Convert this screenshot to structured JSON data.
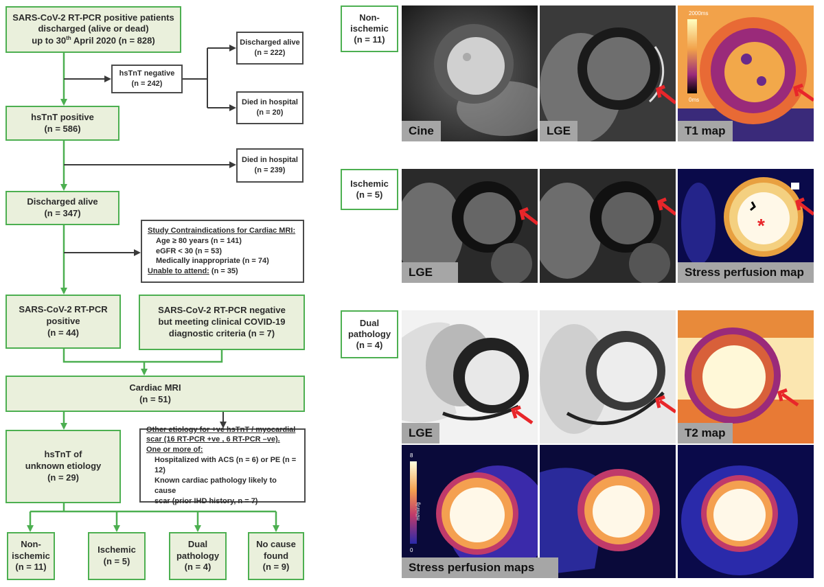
{
  "flowchart": {
    "start": {
      "l1": "SARS-CoV-2 RT-PCR positive patients",
      "l2": "discharged (alive or dead)",
      "l3a": "up to 30",
      "l3sup": "th",
      "l3b": " April 2020 (n = 828)"
    },
    "hstnt_negative": {
      "label": "hsTnT negative",
      "n": "(n = 242)"
    },
    "discharged_alive_neg": {
      "label": "Discharged alive",
      "n": "(n = 222)"
    },
    "died_neg": {
      "label": "Died in hospital",
      "n": "(n = 20)"
    },
    "hstnt_positive": {
      "label": "hsTnT positive",
      "n": "(n = 586)"
    },
    "died_pos": {
      "label": "Died in hospital",
      "n": "(n = 239)"
    },
    "discharged_alive": {
      "label": "Discharged alive",
      "n": "(n = 347)"
    },
    "contra": {
      "title": "Study Contraindications for Cardiac MRI:",
      "items": [
        "Age ≥ 80 years (n = 141)",
        "eGFR < 30 (n = 53)",
        "Medically inappropriate (n = 74)"
      ],
      "last": "Unable to attend:",
      "last_n": " (n = 35)"
    },
    "pcr_positive": {
      "l1": "SARS-CoV-2 RT-PCR",
      "l2": "positive",
      "n": "(n = 44)"
    },
    "pcr_negative": {
      "l1": "SARS-CoV-2 RT-PCR negative",
      "l2": "but meeting clinical COVID-19",
      "l3": "diagnostic criteria (n = 7)"
    },
    "cardiac_mri": {
      "label": "Cardiac MRI",
      "n": "(n = 51)"
    },
    "other_etiology": {
      "l1": "Other etiology for +ve hsTnT / myocardial",
      "l2": "scar (16 RT-PCR +ve , 6 RT-PCR –ve).",
      "l3": "One or more of:",
      "l4": "Hospitalized with ACS (n = 6) or PE (n = 12)",
      "l5": "Known cardiac pathology likely to cause",
      "l6": "scar (prior IHD history, n = 7)"
    },
    "unknown": {
      "l1": "hsTnT of",
      "l2": "unknown etiology",
      "n": "(n = 29)"
    },
    "out_nonisch": {
      "l1": "Non-",
      "l2": "ischemic",
      "n": "(n = 11)"
    },
    "out_isch": {
      "l1": "Ischemic",
      "n": "(n = 5)"
    },
    "out_dual": {
      "l1": "Dual",
      "l2": "pathology",
      "n": "(n = 4)"
    },
    "out_none": {
      "l1": "No cause",
      "l2": "found",
      "n": "(n = 9)"
    }
  },
  "panels": {
    "nonischemic": {
      "l1": "Non-",
      "l2": "ischemic",
      "n": "(n = 11)",
      "captions": [
        "Cine",
        "LGE",
        "T1 map"
      ],
      "scale_top": "2000ms",
      "scale_bottom": "0ms"
    },
    "ischemic": {
      "l1": "Ischemic",
      "n": "(n = 5)",
      "captions": [
        "LGE",
        "Stress perfusion map"
      ]
    },
    "dual": {
      "l1": "Dual",
      "l2": "pathology",
      "n": "(n = 4)",
      "captions": [
        "LGE",
        "T2 map"
      ],
      "scale_top": "8",
      "scale_unit": "ml/min/g",
      "scale_bottom": "0",
      "stress_caption": "Stress perfusion maps"
    }
  },
  "colors": {
    "box_fill": "#eaf0dc",
    "box_border": "#4caf50",
    "grey_border": "#4a4a4a",
    "arrow_red": "#e8262a",
    "caption_bg": "#a6a6a6"
  }
}
